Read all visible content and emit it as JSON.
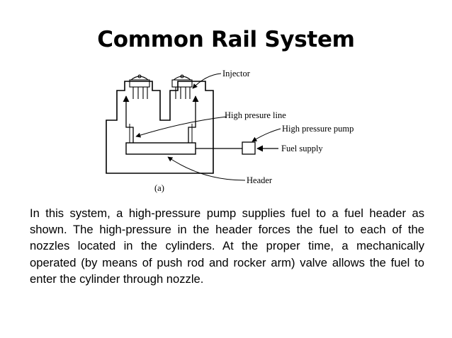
{
  "slide": {
    "title": "Common Rail System",
    "body": "In this system, a high-pressure pump supplies fuel to a fuel header as shown. The high-pressure in the header forces the fuel to each of the nozzles located in the cylinders. At the proper time, a mechanically operated (by means of push rod and rocker arm) valve allows the fuel to enter the cylinder through nozzle."
  },
  "diagram": {
    "labels": {
      "injector": "Injector",
      "high_pressure_line": "High presure line",
      "high_pressure_pump": "High pressure pump",
      "fuel_supply": "Fuel supply",
      "header": "Header",
      "caption": "(a)"
    }
  }
}
